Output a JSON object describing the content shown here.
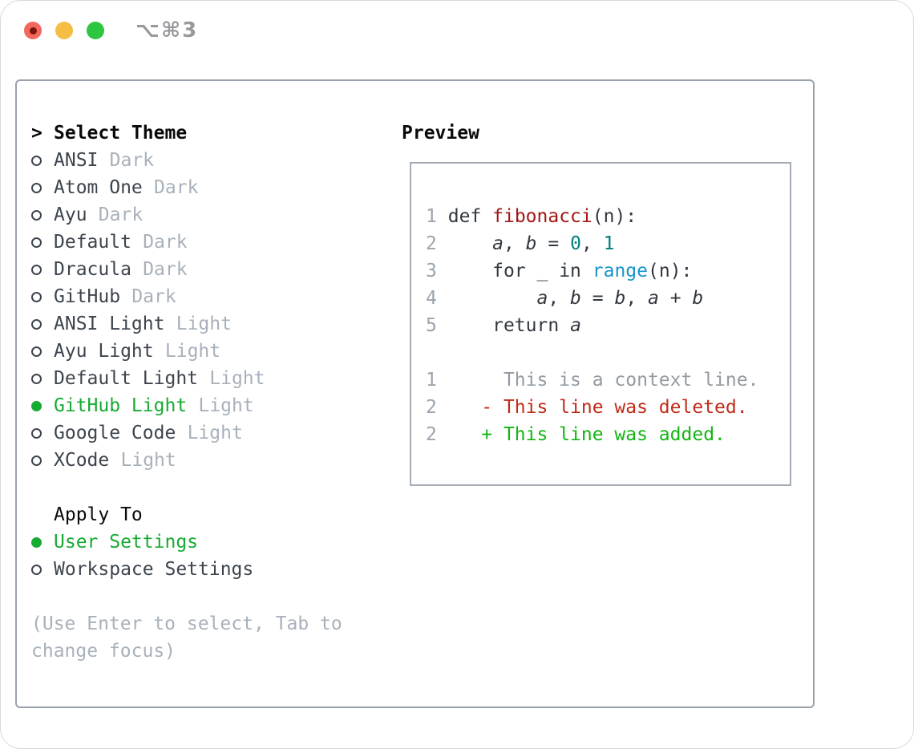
{
  "window": {
    "title": "⌥⌘3",
    "traffic_lights": {
      "close_color": "#f2685c",
      "close_unsaved_dot_color": "#7c150d",
      "minimize_color": "#f6bd45",
      "zoom_color": "#2dc63f"
    }
  },
  "colors": {
    "selection_green": "#17ab33",
    "diff_added_green": "#13b513",
    "diff_deleted_red": "#bf2b17",
    "code_function_red": "#a41616",
    "code_number_teal": "#008080",
    "code_builtin_blue": "#1795cc",
    "panel_border_gray": "#99a2ac",
    "muted_text_gray": "#a8b1bb"
  },
  "theme_panel": {
    "header": {
      "prompt": ">",
      "label": "Select Theme"
    },
    "themes": [
      {
        "name": "ANSI",
        "variant": "Dark",
        "selected": false
      },
      {
        "name": "Atom One",
        "variant": "Dark",
        "selected": false
      },
      {
        "name": "Ayu",
        "variant": "Dark",
        "selected": false
      },
      {
        "name": "Default",
        "variant": "Dark",
        "selected": false
      },
      {
        "name": "Dracula",
        "variant": "Dark",
        "selected": false
      },
      {
        "name": "GitHub",
        "variant": "Dark",
        "selected": false
      },
      {
        "name": "ANSI Light",
        "variant": "Light",
        "selected": false
      },
      {
        "name": "Ayu Light",
        "variant": "Light",
        "selected": false
      },
      {
        "name": "Default Light",
        "variant": "Light",
        "selected": false
      },
      {
        "name": "GitHub Light",
        "variant": "Light",
        "selected": true
      },
      {
        "name": "Google Code",
        "variant": "Light",
        "selected": false
      },
      {
        "name": "XCode",
        "variant": "Light",
        "selected": false
      }
    ],
    "apply_to": {
      "label": "Apply To",
      "options": [
        {
          "name": "User Settings",
          "selected": true
        },
        {
          "name": "Workspace Settings",
          "selected": false
        }
      ]
    },
    "hint_lines": [
      "(Use Enter to select, Tab to",
      "change focus)"
    ]
  },
  "preview": {
    "header": "Preview",
    "code_lines": [
      [
        [
          "ln",
          "1"
        ],
        [
          "pl",
          " "
        ],
        [
          "kw",
          "def"
        ],
        [
          "pl",
          " "
        ],
        [
          "fn",
          "fibonacci"
        ],
        [
          "pl",
          "(n):"
        ]
      ],
      [
        [
          "ln",
          "2"
        ],
        [
          "pl",
          "     "
        ],
        [
          "va",
          "a"
        ],
        [
          "pl",
          ", "
        ],
        [
          "va",
          "b"
        ],
        [
          "pl",
          " = "
        ],
        [
          "nu",
          "0"
        ],
        [
          "pl",
          ", "
        ],
        [
          "nu",
          "1"
        ]
      ],
      [
        [
          "ln",
          "3"
        ],
        [
          "pl",
          "     "
        ],
        [
          "kw",
          "for"
        ],
        [
          "pl",
          " _ "
        ],
        [
          "kw",
          "in"
        ],
        [
          "pl",
          " "
        ],
        [
          "bi",
          "range"
        ],
        [
          "pl",
          "(n):"
        ]
      ],
      [
        [
          "ln",
          "4"
        ],
        [
          "pl",
          "         "
        ],
        [
          "va",
          "a"
        ],
        [
          "pl",
          ", "
        ],
        [
          "va",
          "b"
        ],
        [
          "pl",
          " = "
        ],
        [
          "va",
          "b"
        ],
        [
          "pl",
          ", "
        ],
        [
          "va",
          "a"
        ],
        [
          "pl",
          " + "
        ],
        [
          "va",
          "b"
        ]
      ],
      [
        [
          "ln",
          "5"
        ],
        [
          "pl",
          "     "
        ],
        [
          "kw",
          "return"
        ],
        [
          "pl",
          " "
        ],
        [
          "va",
          "a"
        ]
      ],
      [],
      [
        [
          "ln",
          "1"
        ],
        [
          "cx",
          "      This is a context line."
        ]
      ],
      [
        [
          "ln",
          "2"
        ],
        [
          "pl",
          "    "
        ],
        [
          "de",
          "- This line was deleted."
        ]
      ],
      [
        [
          "ln",
          "2"
        ],
        [
          "pl",
          "    "
        ],
        [
          "ad",
          "+ This line was added."
        ]
      ]
    ]
  }
}
